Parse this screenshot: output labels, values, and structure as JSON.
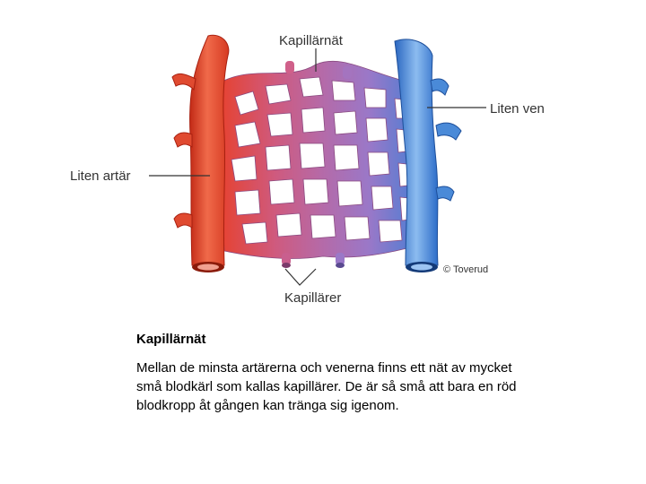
{
  "diagram": {
    "labels": {
      "capillary_network": "Kapillärnät",
      "small_vein": "Liten ven",
      "small_artery": "Liten artär",
      "capillaries": "Kapillärer"
    },
    "copyright": "© Toverud",
    "colors": {
      "artery": "#e8402a",
      "artery_light": "#f27a5a",
      "vein": "#3b7fd6",
      "vein_light": "#7fb3ee",
      "capillary_mid": "#b56aa8",
      "capillary_light": "#c98fc1"
    }
  },
  "caption": {
    "title": "Kapillärnät",
    "body": "Mellan de minsta artärerna och venerna finns ett nät av mycket små blodkärl som kallas kapillärer. De är så små att bara en röd blodkropp åt gången kan tränga sig igenom."
  }
}
